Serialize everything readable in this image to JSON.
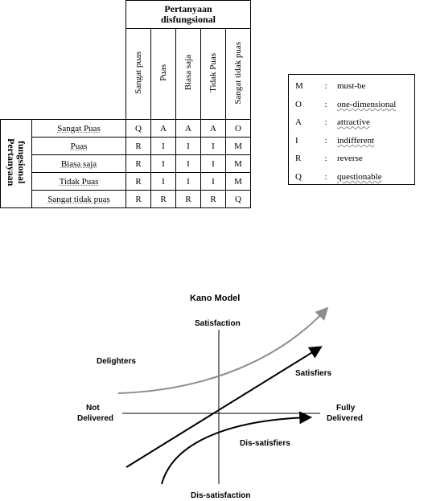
{
  "table": {
    "header_dysfunctional": [
      "Pertanyaan",
      "disfungsional"
    ],
    "header_functional": [
      "Pertanyaan",
      "fungsional"
    ],
    "columns": [
      "Sangat puas",
      "Puas",
      "Biasa saja",
      "Tidak Puas",
      "Sangat tidak puas"
    ],
    "rows": [
      {
        "label": "Sangat Puas",
        "cells": [
          "Q",
          "A",
          "A",
          "A",
          "O"
        ]
      },
      {
        "label": "Puas",
        "cells": [
          "R",
          "I",
          "I",
          "I",
          "M"
        ]
      },
      {
        "label": "Biasa saja",
        "cells": [
          "R",
          "I",
          "I",
          "I",
          "M"
        ]
      },
      {
        "label": "Tidak Puas",
        "cells": [
          "R",
          "I",
          "I",
          "I",
          "M"
        ]
      },
      {
        "label": "Sangat tidak puas",
        "cells": [
          "R",
          "R",
          "R",
          "R",
          "Q"
        ]
      }
    ]
  },
  "legend": [
    {
      "code": "M",
      "sep": ":",
      "text": "must-be"
    },
    {
      "code": "O",
      "sep": ":",
      "text": "one-dimensional"
    },
    {
      "code": "A",
      "sep": ":",
      "text": "attractive"
    },
    {
      "code": "I",
      "sep": ":",
      "text": "indifferent"
    },
    {
      "code": "R",
      "sep": ":",
      "text": "reverse"
    },
    {
      "code": "Q",
      "sep": ":",
      "text": "questionable"
    }
  ],
  "kano_model": {
    "title": "Kano Model",
    "y_top_label": "Satisfaction",
    "y_bottom_label": "Dis-satisfaction",
    "x_left_label": [
      "Not",
      "Delivered"
    ],
    "x_right_label": [
      "Fully",
      "Delivered"
    ],
    "curves": [
      {
        "name": "Delighters",
        "color": "#8c8c8c"
      },
      {
        "name": "Satisfiers",
        "color": "#000000"
      },
      {
        "name": "Dis-satisfiers",
        "color": "#000000"
      }
    ]
  }
}
